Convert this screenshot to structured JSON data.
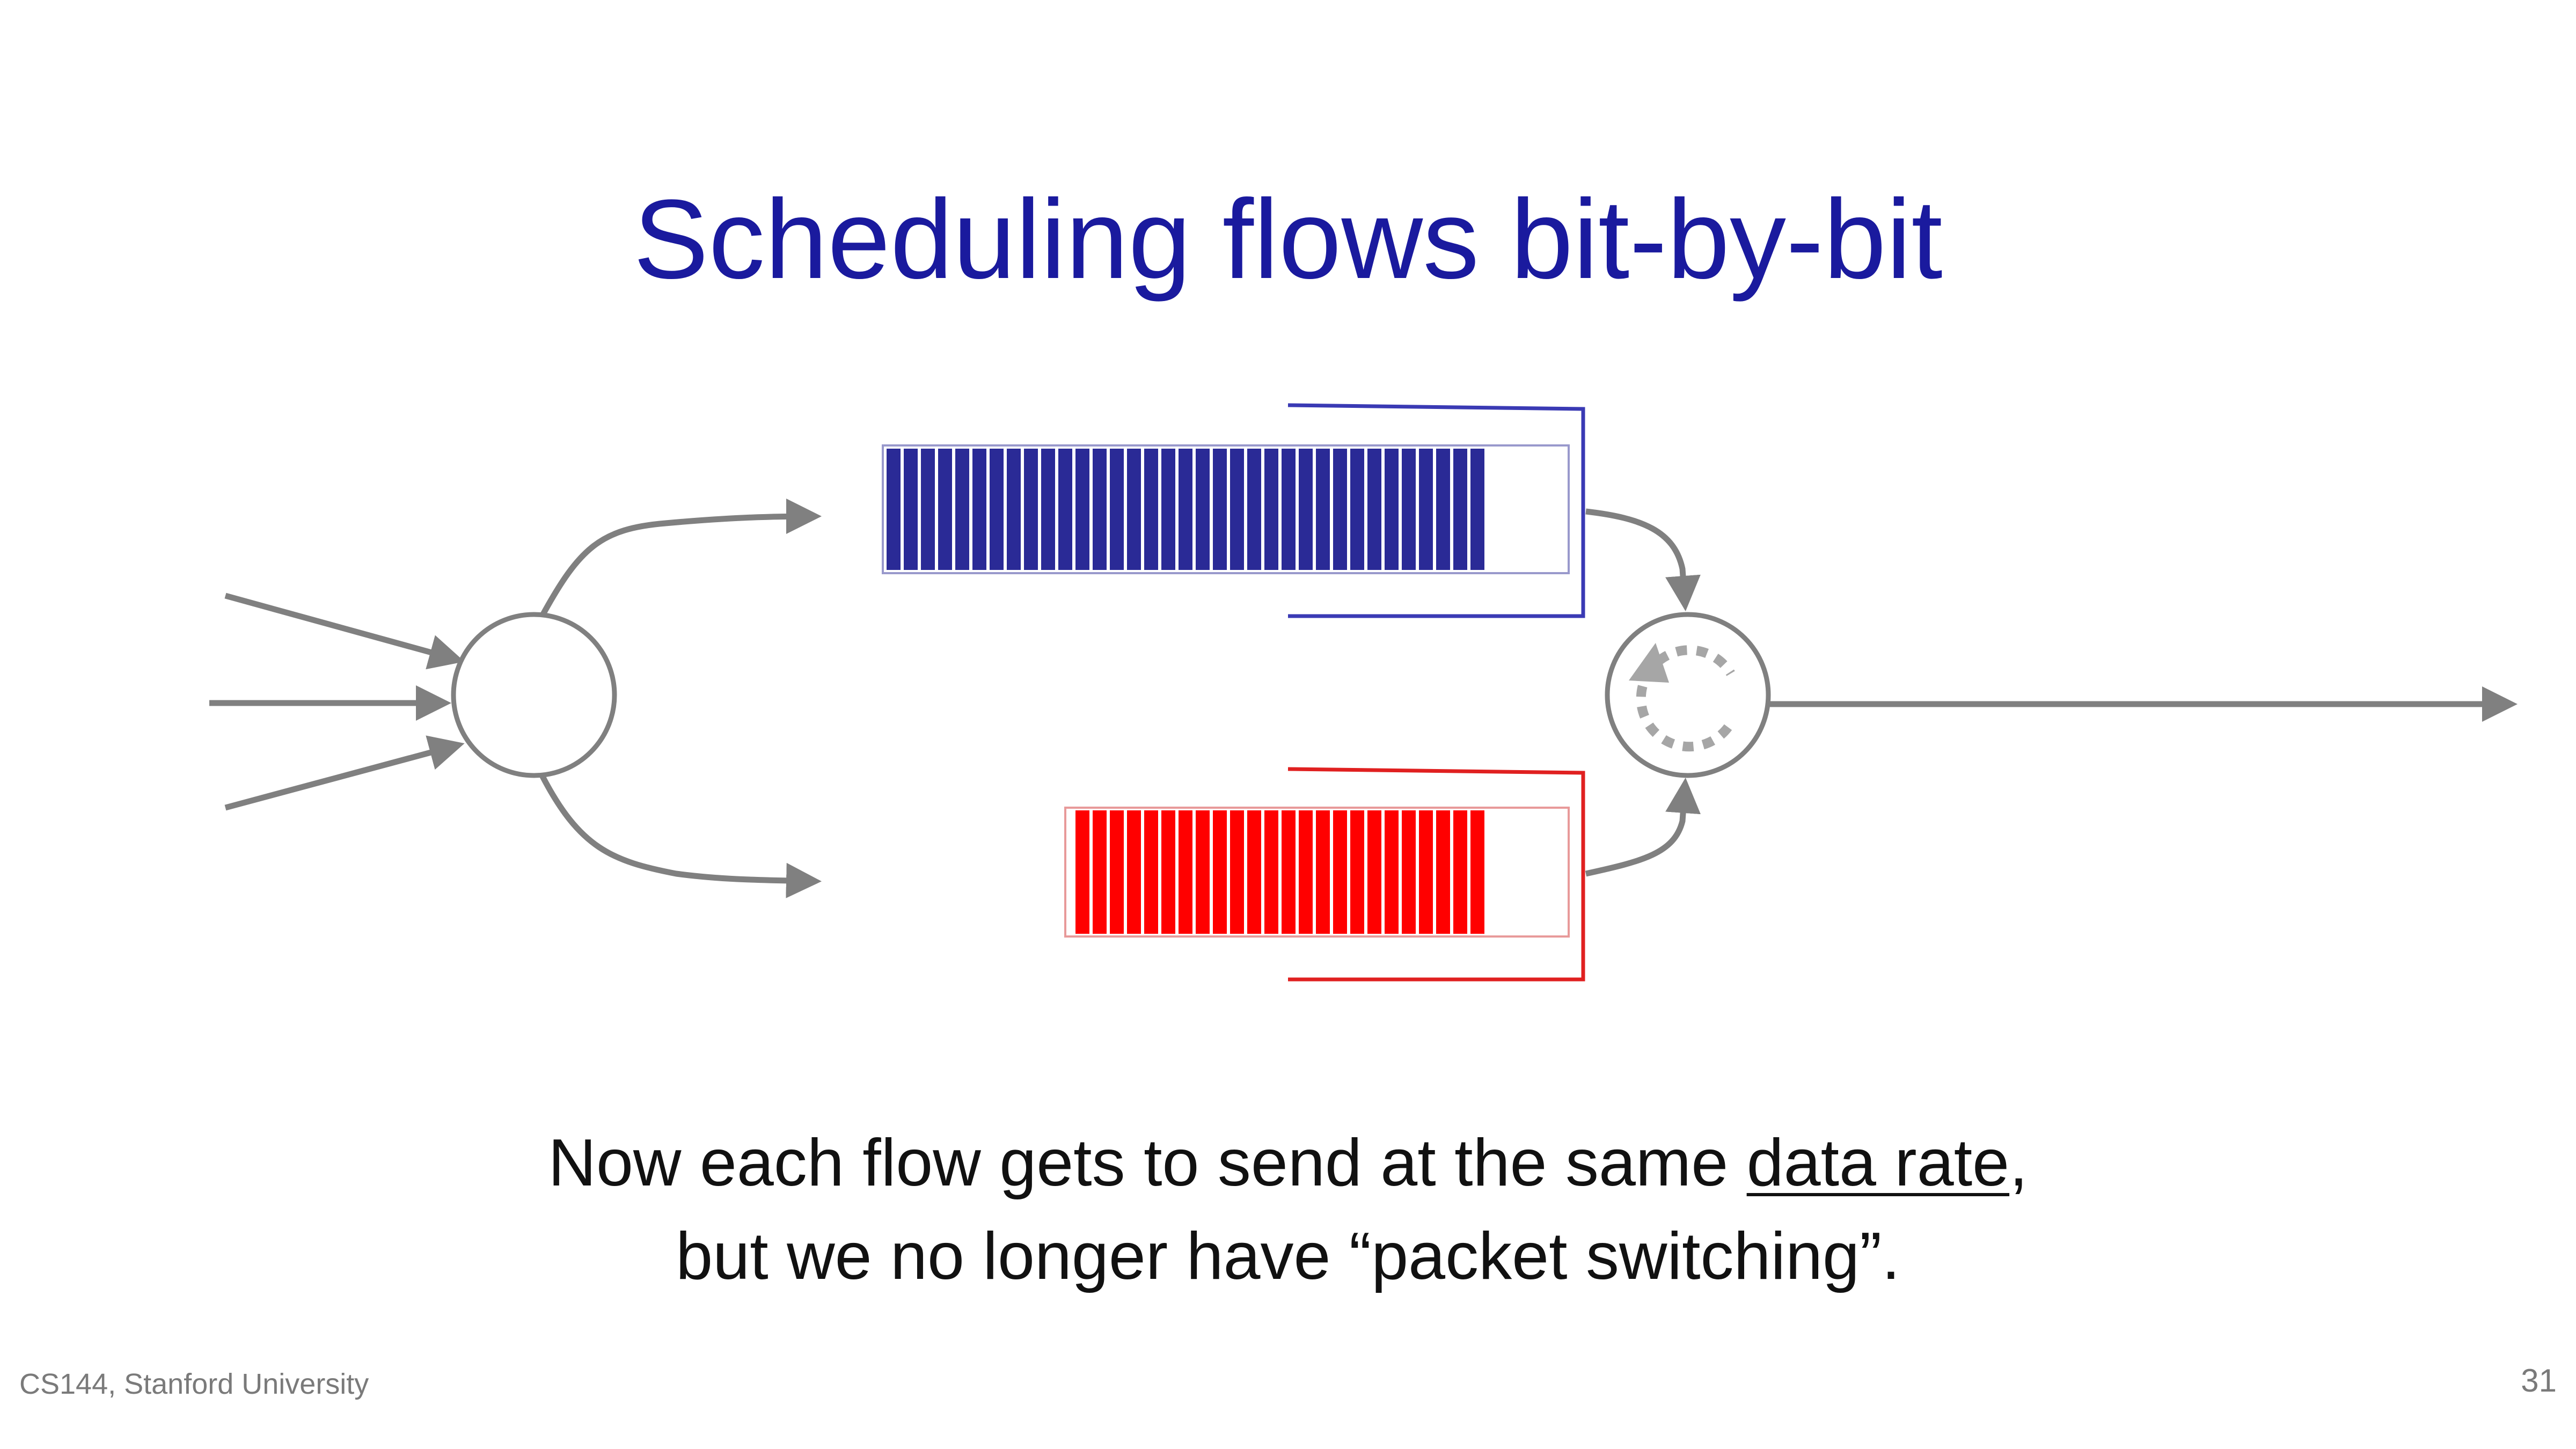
{
  "slide": {
    "title": "Scheduling flows bit-by-bit",
    "caption_line1_before": "Now each flow gets to send at the same ",
    "caption_line1_underlined": "data rate",
    "caption_line1_after": ",",
    "caption_line2": "but we no longer have “packet switching”.",
    "footer_left": "CS144, Stanford University",
    "page_number": "31"
  },
  "diagram": {
    "colors": {
      "arrow": "#808080",
      "queue_blue": "#2a2a96",
      "queue_blue_border": "#3a3ab4",
      "queue_red": "#ff0000",
      "queue_red_border": "#e02020",
      "scheduler_icon": "#a6a6a6"
    },
    "queues": [
      {
        "name": "blue-queue",
        "filled_slots": 35
      },
      {
        "name": "red-queue",
        "filled_slots": 24
      }
    ],
    "scheduler_icon": "circular-arrow-icon"
  }
}
